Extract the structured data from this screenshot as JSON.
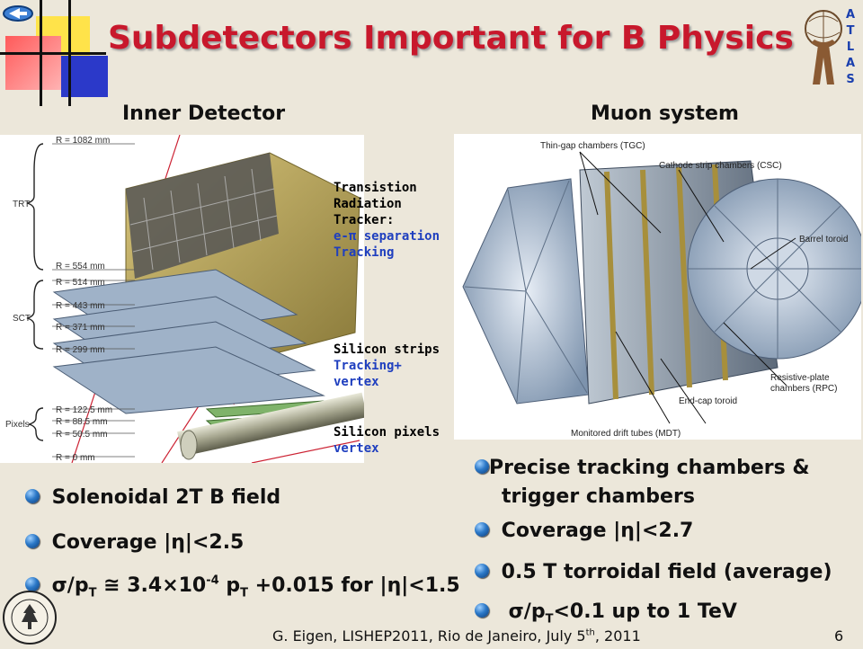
{
  "title": "Subdetectors Important for B Physics",
  "logo": "ATLAS",
  "inner": {
    "heading": "Inner Detector",
    "radii": [
      "R = 1082 mm",
      "R = 554 mm",
      "R = 514 mm",
      "R = 443 mm",
      "R = 371 mm",
      "R = 299 mm",
      "R = 122.5 mm",
      "R = 88.5 mm",
      "R = 50.5 mm",
      "R = 0 mm"
    ],
    "groups": [
      "TRT",
      "SCT",
      "Pixels"
    ],
    "trt_label": [
      "Transistion",
      "Radiation",
      "Tracker:"
    ],
    "trt_blue": [
      "e-π separation",
      "Tracking"
    ],
    "strips_label": "Silicon strips",
    "strips_blue": [
      "Tracking+",
      "vertex"
    ],
    "pixels_label": "Silicon pixels",
    "pixels_blue": "vertex"
  },
  "muon": {
    "heading": "Muon system",
    "annotations": {
      "tgc": "Thin-gap chambers (TGC)",
      "csc": "Cathode strip chambers (CSC)",
      "barrel": "Barrel toroid",
      "rpc1": "Resistive-plate",
      "rpc2": "chambers (RPC)",
      "endcap": "End-cap toroid",
      "mdt": "Monitored drift tubes (MDT)"
    }
  },
  "left_bullets": [
    "Solenoidal 2T B field",
    "Coverage |η|<2.5"
  ],
  "resolution": {
    "a": "σ/p",
    "sub": "T",
    "b": " ≅ 3.4×10",
    "sup": "-4",
    "c": " p",
    "d": " +0.015 for |η|<1.5"
  },
  "right_bullets": {
    "tracking1": "Precise tracking chambers &",
    "tracking2": "trigger chambers",
    "coverage": "Coverage |η|<2.7",
    "field": "0.5 T torroidal field (average)",
    "res_a": "σ/p",
    "res_sub": "T",
    "res_b": "<0.1 up to 1 TeV"
  },
  "footer": {
    "text": "G. Eigen, LISHEP2011, Rio de Janeiro, July 5",
    "sup": "th",
    "year": ", 2011",
    "page": "6"
  },
  "colors": {
    "title": "#c8182c",
    "blue_text": "#1f3fbf",
    "background": "#ece7da"
  }
}
